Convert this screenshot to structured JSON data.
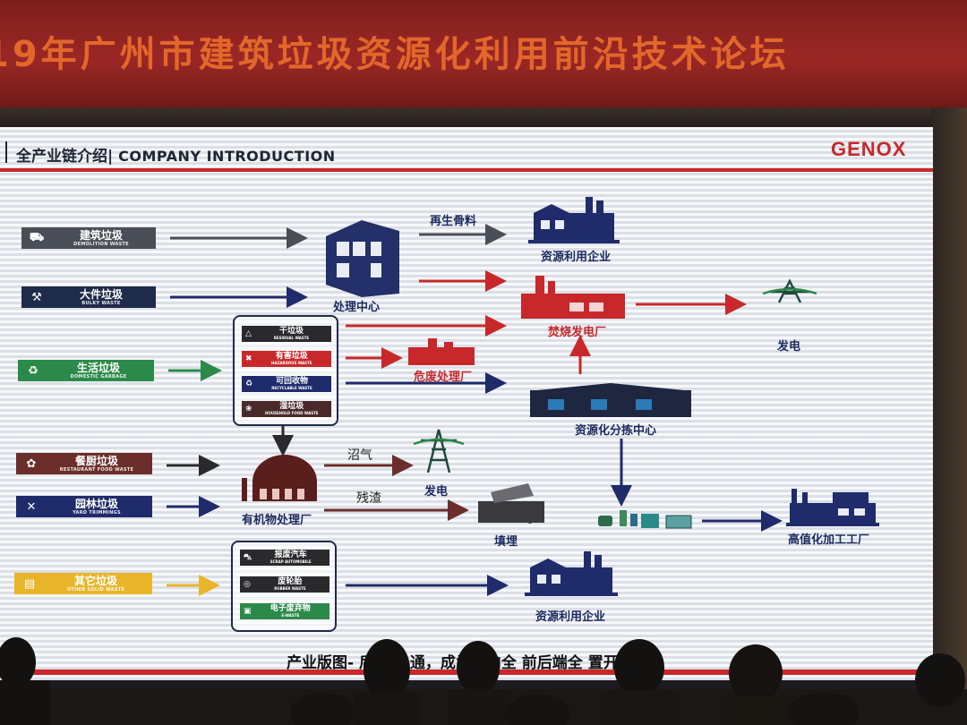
{
  "banner": {
    "title": "19年广州市建筑垃圾资源化利用前沿技术论坛"
  },
  "slide": {
    "title_zh": "全产业链介绍|",
    "title_en": "COMPANY INTRODUCTION",
    "brand": "GENOX",
    "caption": "产业版图-  后端向 通，成为国内全  前后端全  置开创者",
    "colors": {
      "accent_red": "#c8282a",
      "navy": "#1f2b4a",
      "green": "#2b8a4a",
      "yellow": "#e8b52a"
    }
  },
  "sources": [
    {
      "zh": "建筑垃圾",
      "en": "DEMOLITION WASTE",
      "icon": "truck-icon",
      "color": "#4a4f57"
    },
    {
      "zh": "大件垃圾",
      "en": "BULKY WASTE",
      "icon": "furniture-icon",
      "color": "#1f2b4a"
    },
    {
      "zh": "生活垃圾",
      "en": "DOMESTIC GARBAGE",
      "icon": "trash-bin-icon",
      "color": "#2b8a4a"
    },
    {
      "zh": "餐厨垃圾",
      "en": "RESTAURANT FOOD WASTE",
      "icon": "food-icon",
      "color": "#6b2e2a"
    },
    {
      "zh": "园林垃圾",
      "en": "YARD TRIMMINGS",
      "icon": "tree-icon",
      "color": "#1f2b6a"
    },
    {
      "zh": "其它垃圾",
      "en": "OTHER SOLID WASTE",
      "icon": "box-icon",
      "color": "#e8b52a"
    }
  ],
  "household_categories": [
    {
      "zh": "干垃圾",
      "en": "RESIDUAL WASTE",
      "color": "#2a2a2e"
    },
    {
      "zh": "有害垃圾",
      "en": "HAZARDOUS WASTE",
      "color": "#c8282a"
    },
    {
      "zh": "可回收物",
      "en": "RECYCLABLE WASTE",
      "color": "#1f2b6a"
    },
    {
      "zh": "湿垃圾",
      "en": "HOUSEHOLD FOOD WASTE",
      "color": "#4a2a28"
    }
  ],
  "other_categories": [
    {
      "zh": "报废汽车",
      "en": "SCRAP AUTOMOBILE",
      "color": "#2a2a2e"
    },
    {
      "zh": "废轮胎",
      "en": "RUBBER WASTE",
      "color": "#2a2a2e"
    },
    {
      "zh": "电子废弃物",
      "en": "E-WASTE",
      "color": "#2b8a4a"
    }
  ],
  "nodes": {
    "processing_center": "处理中心",
    "recycled_aggregate": "再生骨料",
    "resource_enterprise_top": "资源利用企业",
    "incineration_plant": "焚烧发电厂",
    "power_top": "发电",
    "hazardous_plant": "危废处理厂",
    "sorting_center": "资源化分拣中心",
    "biogas": "沼气",
    "power_mid": "发电",
    "residue": "残渣",
    "organic_plant": "有机物处理厂",
    "landfill": "填埋",
    "high_value_plant": "高值化加工工厂",
    "resource_enterprise_bottom": "资源利用企业"
  }
}
